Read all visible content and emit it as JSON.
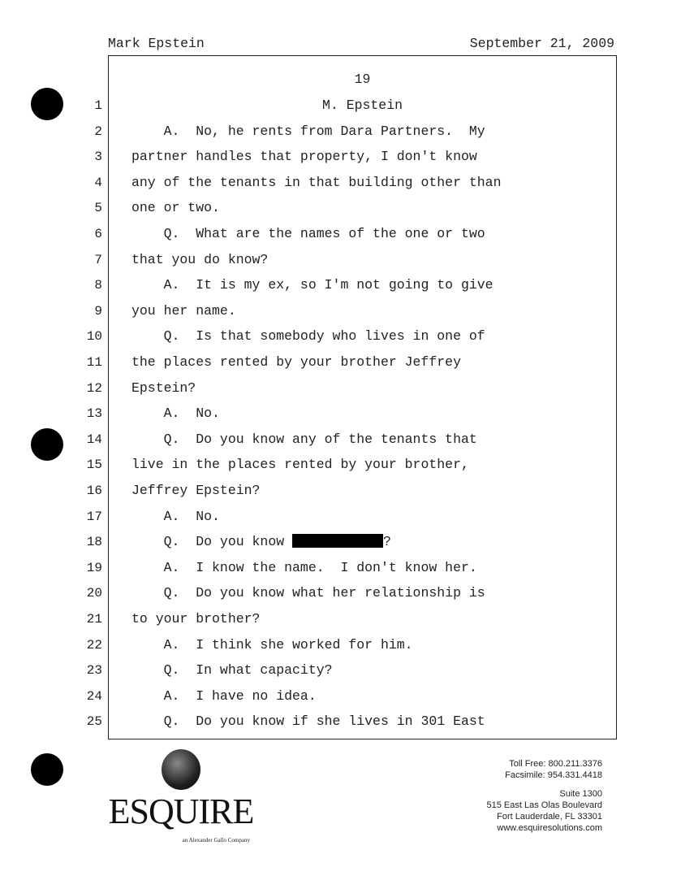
{
  "header": {
    "witness": "Mark Epstein",
    "date": "September 21, 2009"
  },
  "page_number": "19",
  "lines": [
    {
      "n": "1",
      "text": "M. Epstein",
      "center": true
    },
    {
      "n": "2",
      "text": "    A.  No, he rents from Dara Partners.  My"
    },
    {
      "n": "3",
      "text": "partner handles that property, I don't know"
    },
    {
      "n": "4",
      "text": "any of the tenants in that building other than"
    },
    {
      "n": "5",
      "text": "one or two."
    },
    {
      "n": "6",
      "text": "    Q.  What are the names of the one or two"
    },
    {
      "n": "7",
      "text": "that you do know?"
    },
    {
      "n": "8",
      "text": "    A.  It is my ex, so I'm not going to give"
    },
    {
      "n": "9",
      "text": "you her name."
    },
    {
      "n": "10",
      "text": "    Q.  Is that somebody who lives in one of"
    },
    {
      "n": "11",
      "text": "the places rented by your brother Jeffrey"
    },
    {
      "n": "12",
      "text": "Epstein?"
    },
    {
      "n": "13",
      "text": "    A.  No."
    },
    {
      "n": "14",
      "text": "    Q.  Do you know any of the tenants that"
    },
    {
      "n": "15",
      "text": "live in the places rented by your brother,"
    },
    {
      "n": "16",
      "text": "Jeffrey Epstein?"
    },
    {
      "n": "17",
      "text": "    A.  No."
    },
    {
      "n": "18",
      "text": "    Q.  Do you know ",
      "after": "?",
      "redacted": true
    },
    {
      "n": "19",
      "text": "    A.  I know the name.  I don't know her."
    },
    {
      "n": "20",
      "text": "    Q.  Do you know what her relationship is"
    },
    {
      "n": "21",
      "text": "to your brother?"
    },
    {
      "n": "22",
      "text": "    A.  I think she worked for him."
    },
    {
      "n": "23",
      "text": "    Q.  In what capacity?"
    },
    {
      "n": "24",
      "text": "    A.  I have no idea."
    },
    {
      "n": "25",
      "text": "    Q.  Do you know if she lives in 301 East"
    }
  ],
  "footer": {
    "logo_name": "ESQUIRE",
    "logo_tagline": "an Alexander Gallo Company",
    "toll_free": "Toll Free: 800.211.3376",
    "fax": "Facsimile: 954.331.4418",
    "suite": "Suite 1300",
    "street": "515 East Las Olas Boulevard",
    "city": "Fort Lauderdale, FL 33301",
    "website": "www.esquiresolutions.com"
  }
}
